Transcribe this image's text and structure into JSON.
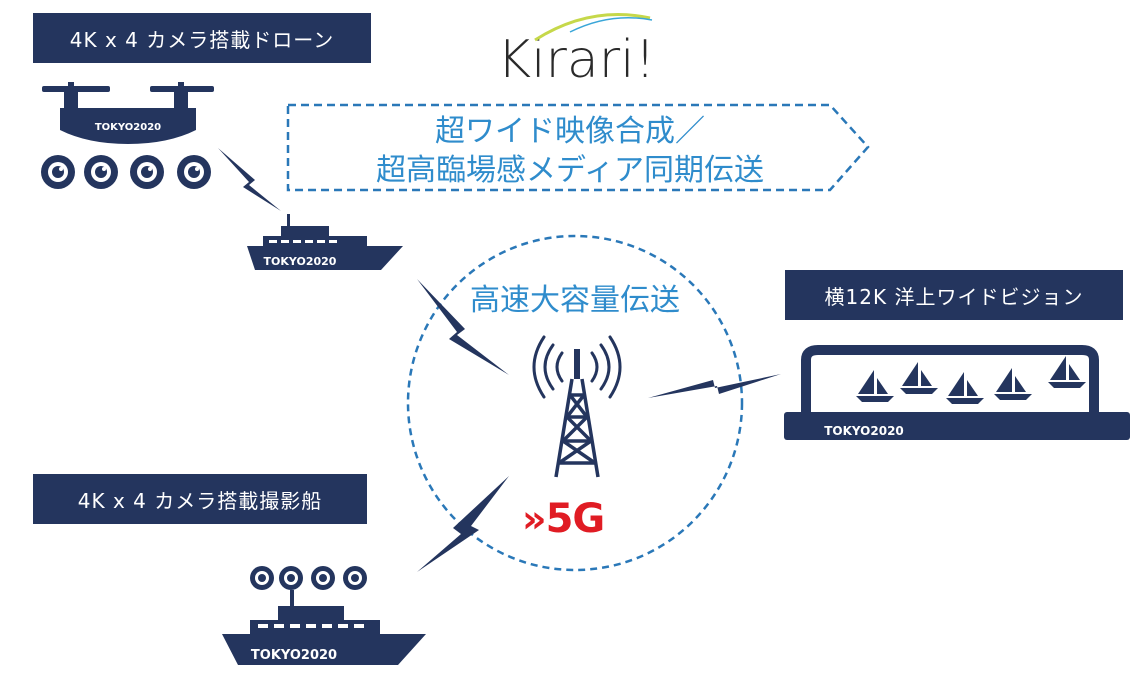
{
  "labels": {
    "drone": "4K x 4 カメラ搭載ドローン",
    "ship": "4K x 4 カメラ搭載撮影船",
    "vision": "横12K 洋上ワイドビジョン"
  },
  "logo": {
    "text": "Kirari!"
  },
  "banner": {
    "line1": "超ワイド映像合成／",
    "line2": "超高臨場感メディア同期伝送"
  },
  "circle": {
    "title": "高速大容量伝送",
    "badge": "5G"
  },
  "tokyo": {
    "drone": "TOKYO2020",
    "small_ship": "TOKYO2020",
    "camera_ship": "TOKYO2020",
    "vision": "TOKYO2020"
  },
  "colors": {
    "navy": "#24355e",
    "blue": "#2f8ccc",
    "red": "#e01c24"
  }
}
